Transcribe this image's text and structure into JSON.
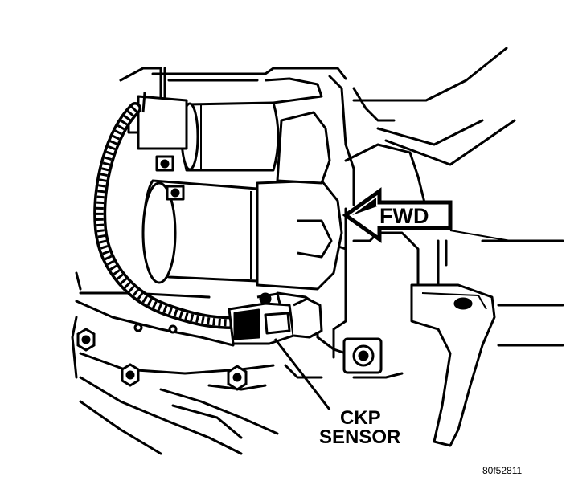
{
  "figure": {
    "labels": {
      "fwd": "FWD",
      "ckp_line1": "CKP",
      "ckp_line2": "SENSOR"
    },
    "figure_id": "80f52811",
    "colors": {
      "ink": "#000000",
      "paper": "#ffffff"
    }
  }
}
